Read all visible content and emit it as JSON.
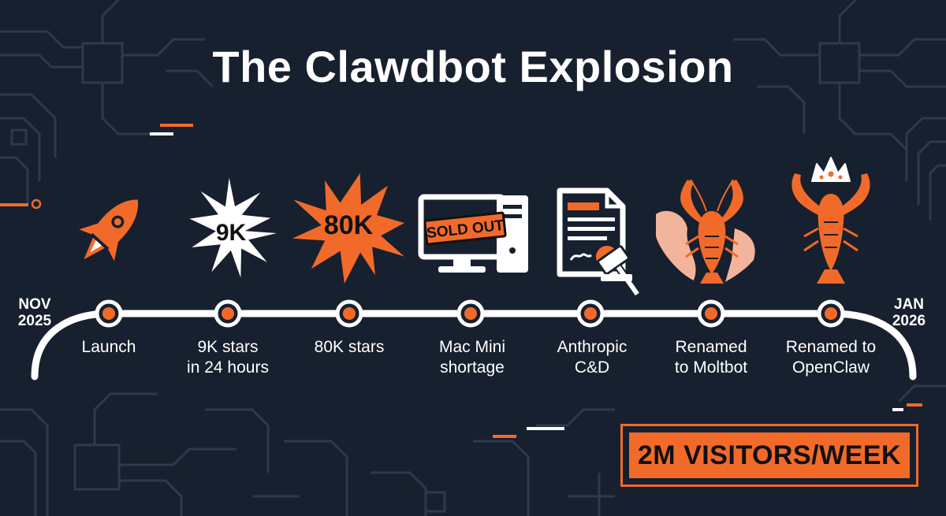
{
  "title": "The Clawdbot Explosion",
  "colors": {
    "background": "#17202e",
    "accent": "#f26a2a",
    "text": "#ffffff"
  },
  "timeline": {
    "start": {
      "month": "NOV",
      "year": "2025"
    },
    "end": {
      "month": "JAN",
      "year": "2026"
    },
    "events": [
      {
        "icon": "rocket-icon",
        "lines": [
          "Launch"
        ]
      },
      {
        "icon": "starburst-icon",
        "icon_text": "9K",
        "lines": [
          "9K stars",
          "in 24 hours"
        ]
      },
      {
        "icon": "explosion-icon",
        "icon_text": "80K",
        "lines": [
          "80K stars"
        ]
      },
      {
        "icon": "computer-icon",
        "icon_text": "SOLD OUT",
        "lines": [
          "Mac Mini",
          "shortage"
        ]
      },
      {
        "icon": "legal-document-icon",
        "lines": [
          "Anthropic",
          "C&D"
        ]
      },
      {
        "icon": "lobster-molting-icon",
        "lines": [
          "Renamed",
          "to Moltbot"
        ]
      },
      {
        "icon": "crowned-lobster-icon",
        "lines": [
          "Renamed to",
          "OpenClaw"
        ]
      }
    ]
  },
  "badge": {
    "label": "2M VISITORS/WEEK"
  }
}
